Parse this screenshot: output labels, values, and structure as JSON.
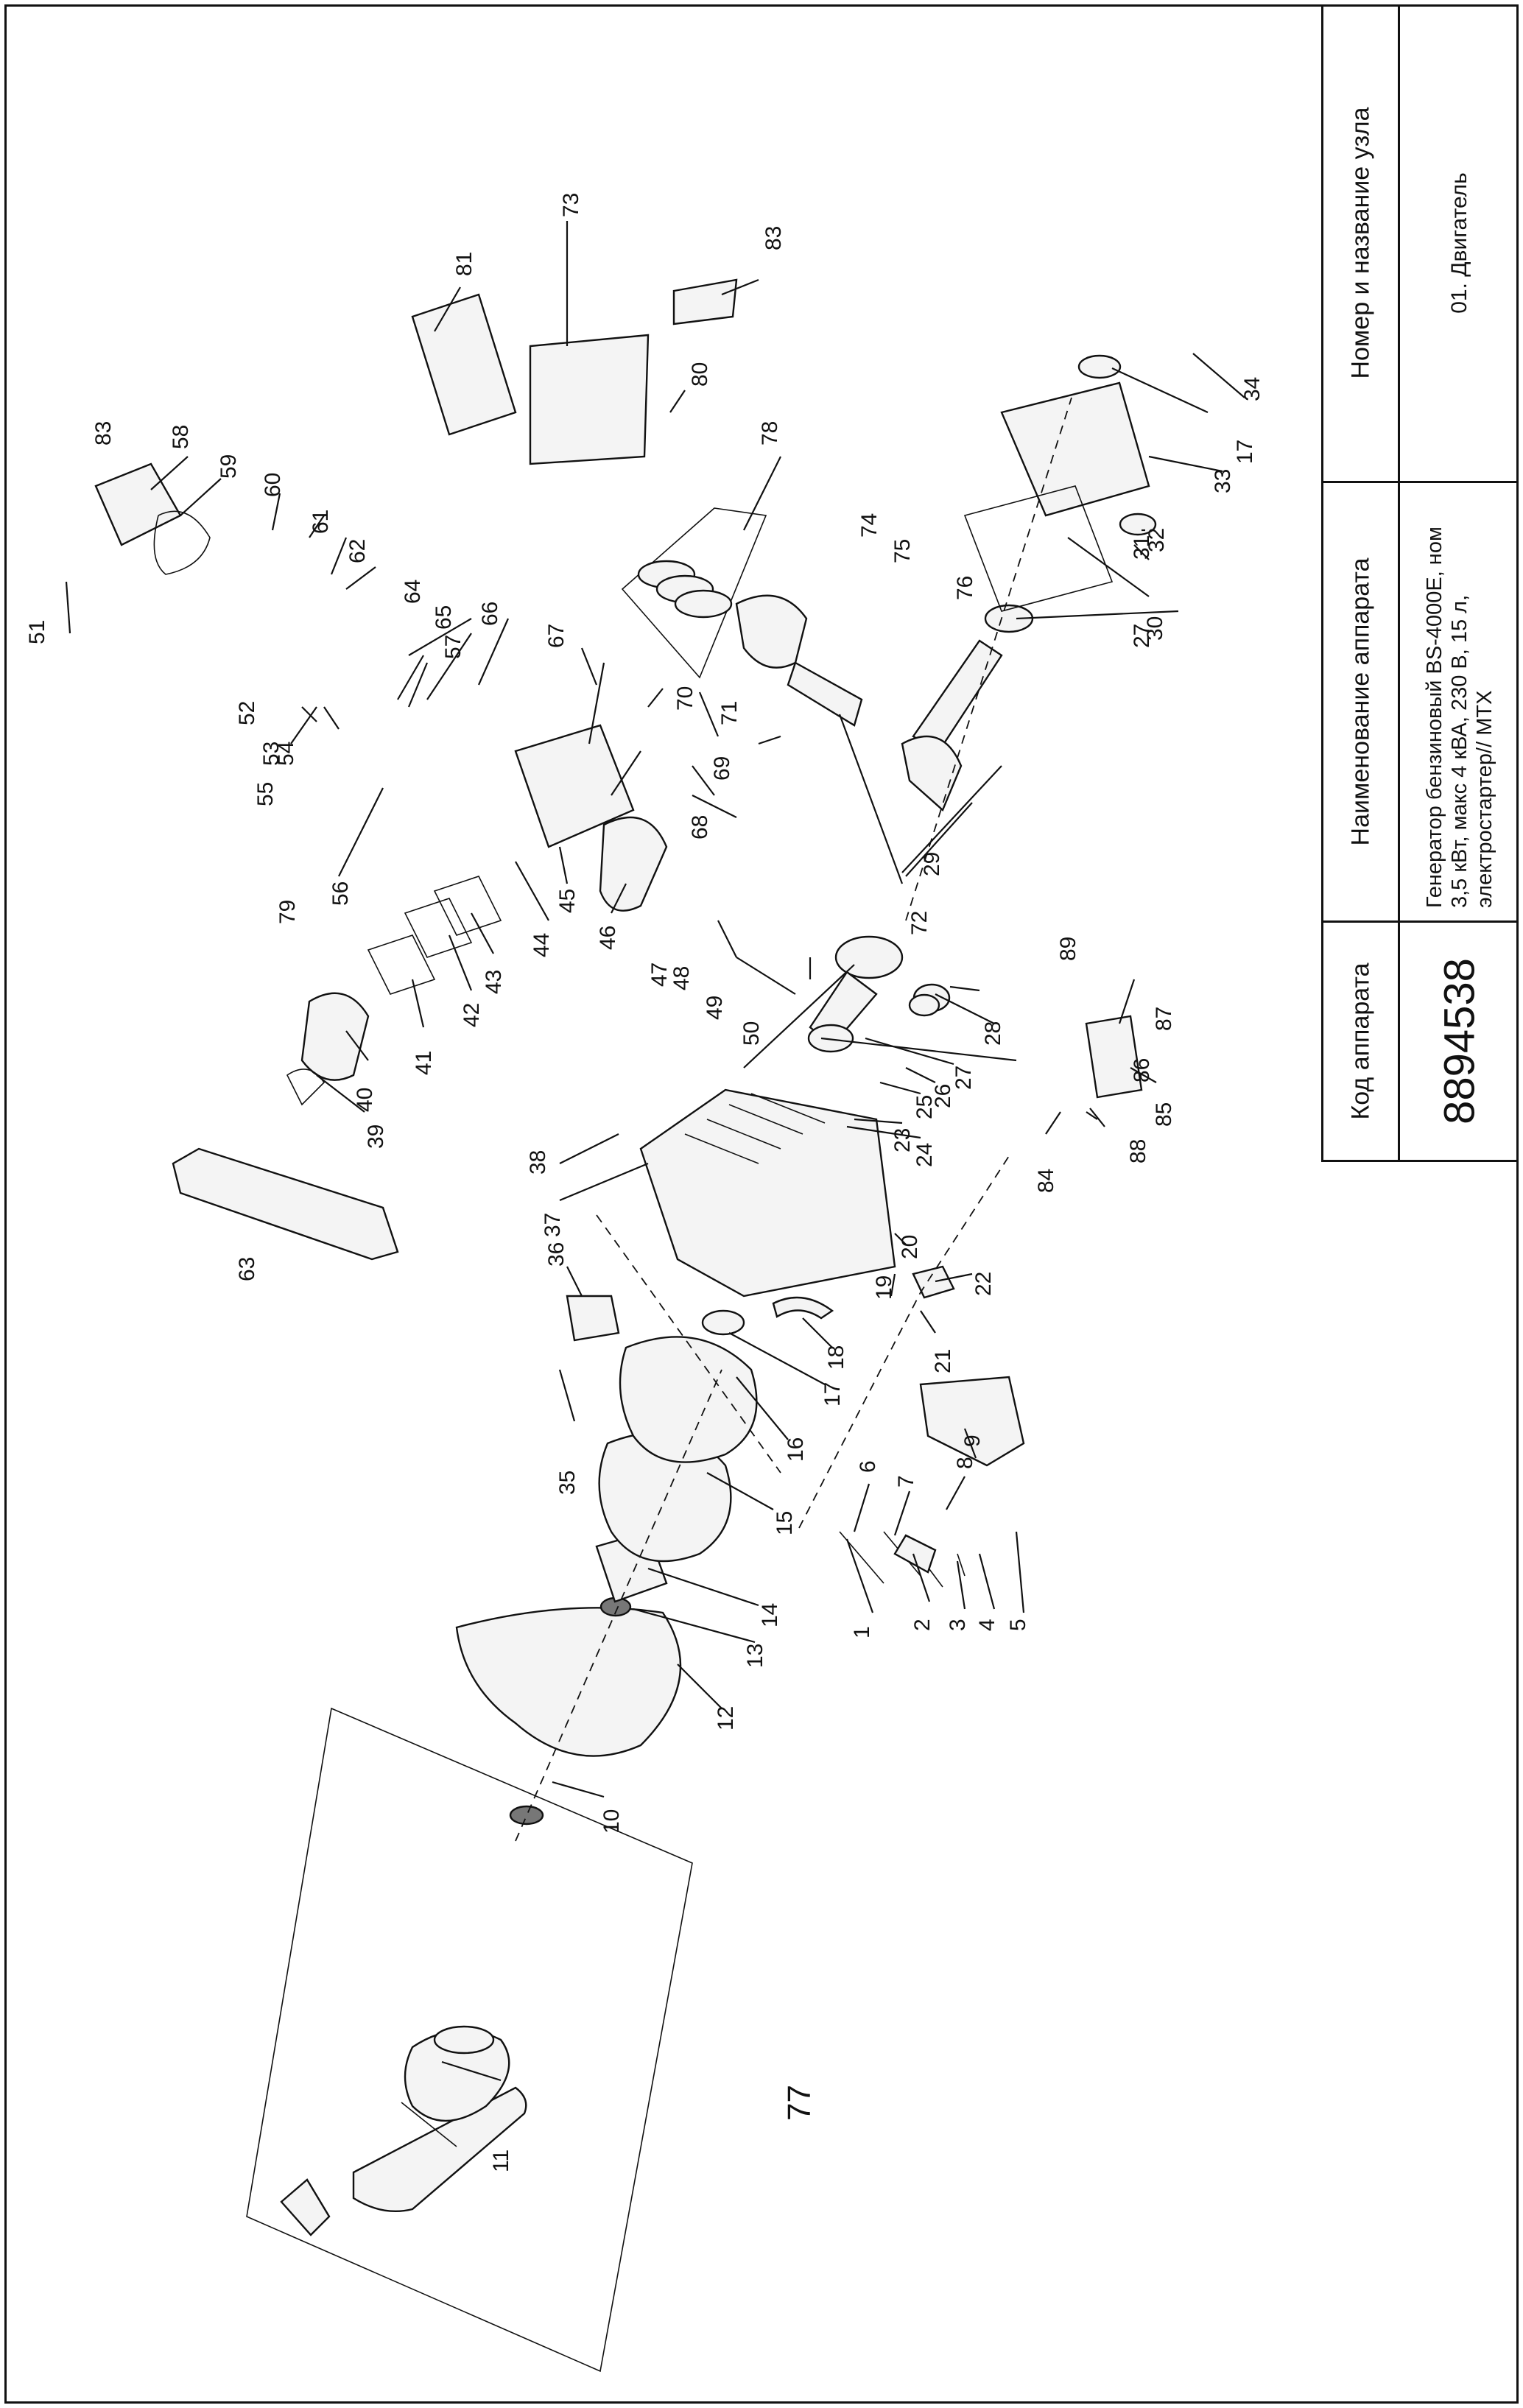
{
  "header": {
    "code_label": "Код аппарата",
    "name_label": "Наименование аппарата",
    "node_label": "Номер и название узла"
  },
  "device": {
    "code": "8894538",
    "name": "Генератор бензиновый BS-4000E, ном 3,5 кВт, макс 4 кВА, 230 В, 15 л, электростартер// МТХ",
    "node": "01. Двигатель"
  },
  "part_labels": [
    "1",
    "2",
    "3",
    "4",
    "5",
    "6",
    "7",
    "8",
    "9",
    "10",
    "11",
    "12",
    "13",
    "14",
    "15",
    "16",
    "17",
    "17",
    "18",
    "19",
    "20",
    "21",
    "22",
    "23",
    "24",
    "25",
    "26",
    "27",
    "27",
    "28",
    "29",
    "30",
    "31",
    "32",
    "33",
    "34",
    "35",
    "36",
    "37",
    "38",
    "39",
    "40",
    "41",
    "42",
    "43",
    "44",
    "45",
    "46",
    "47",
    "48",
    "49",
    "50",
    "51",
    "52",
    "53",
    "54",
    "55",
    "56",
    "57",
    "58",
    "59",
    "60",
    "61",
    "62",
    "63",
    "64",
    "65",
    "66",
    "67",
    "68",
    "69",
    "70",
    "71",
    "72",
    "73",
    "74",
    "75",
    "76",
    "77",
    "78",
    "79",
    "80",
    "81",
    "83",
    "83",
    "84",
    "85",
    "86",
    "87",
    "88",
    "89"
  ]
}
